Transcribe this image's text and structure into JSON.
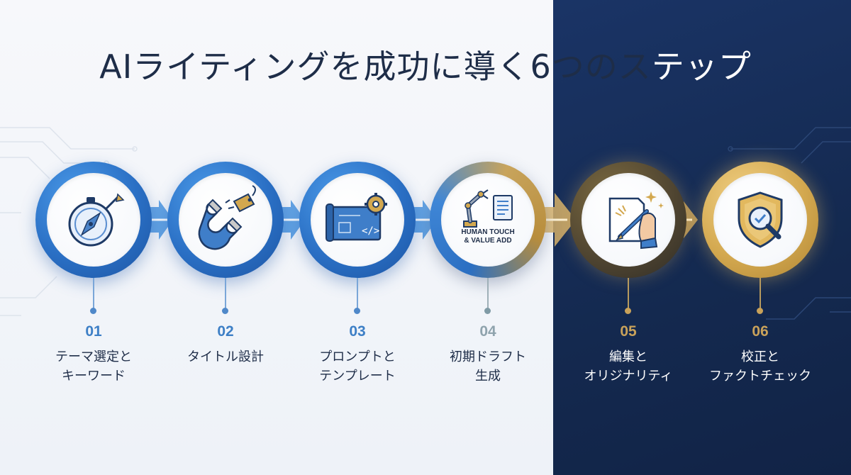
{
  "title": {
    "left": "AIライティングを成功に導く6つのス",
    "right": "テップ"
  },
  "steps": [
    {
      "number": "01",
      "line1": "テーマ選定と",
      "line2": "キーワード",
      "icon": "compass-icon"
    },
    {
      "number": "02",
      "line1": "タイトル設計",
      "line2": "",
      "icon": "magnet-icon"
    },
    {
      "number": "03",
      "line1": "プロンプトと",
      "line2": "テンプレート",
      "icon": "blueprint-gear-icon"
    },
    {
      "number": "04",
      "line1": "初期ドラフト",
      "line2": "生成",
      "icon": "robot-arm-document-icon",
      "icon_text_line1": "HUMAN TOUCH",
      "icon_text_line2": "& VALUE ADD"
    },
    {
      "number": "05",
      "line1": "編集と",
      "line2": "オリジナリティ",
      "icon": "hand-pen-icon"
    },
    {
      "number": "06",
      "line1": "校正と",
      "line2": "ファクトチェック",
      "icon": "shield-magnifier-icon"
    }
  ],
  "colors": {
    "dark_navy": "#1a3466",
    "blue": "#2a6fc4",
    "gold": "#d3a84f",
    "number_blue": "#3d7fc6",
    "number_gold": "#c9a25a",
    "text_dark": "#1e2d48"
  }
}
